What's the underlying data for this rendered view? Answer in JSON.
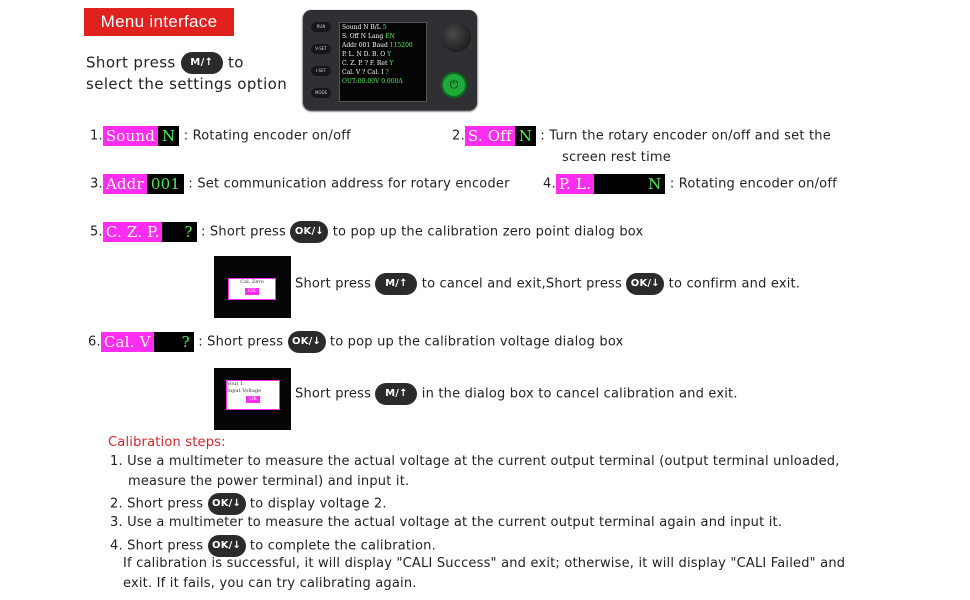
{
  "title": "Menu interface",
  "intro": {
    "line1": "Short press",
    "line2": "to",
    "line3": "select the settings option",
    "button": "M/↑"
  },
  "device": {
    "side_buttons": [
      "RUN",
      "V-SET",
      "I-SET",
      "MODE"
    ],
    "rows": [
      [
        "Sound N",
        "B/L",
        "5"
      ],
      [
        "S. Off N",
        "Lang",
        "EN"
      ],
      [
        "Addr 001",
        "Baud",
        "115200"
      ],
      [
        "P. L.",
        "N D. B. O",
        "Y"
      ],
      [
        "C. Z. P.",
        "? F. Ret",
        "Y"
      ],
      [
        "Cal. V",
        "? Cal. I",
        "?"
      ]
    ],
    "status": "OUT:00.00V 0.000A"
  },
  "items": [
    {
      "num": "1.",
      "label": "Sound",
      "value": "N",
      "desc": ": Rotating encoder on/off"
    },
    {
      "num": "2.",
      "label": "S. Off",
      "value": "N",
      "desc": ": Turn the rotary encoder on/off and set the",
      "desc2": "screen rest time"
    },
    {
      "num": "3.",
      "label": "Addr",
      "value": "001",
      "desc": ": Set communication address for rotary encoder"
    },
    {
      "num": "4.",
      "label": "P. L.",
      "value": "N",
      "desc": ": Rotating encoder on/off"
    },
    {
      "num": "5.",
      "label": "C. Z. P.",
      "value": "?",
      "desc": ": Short press",
      "desc_after": "to pop up the calibration zero point dialog box"
    },
    {
      "num": "6.",
      "label": "Cal. V",
      "value": "?",
      "desc": ": Short press",
      "desc_after": "to pop up the calibration voltage dialog box"
    }
  ],
  "buttons": {
    "ok": "OK/↓",
    "m": "M/↑"
  },
  "czp_note": {
    "a": "Short press",
    "b": "to cancel and exit,Short press",
    "c": "to confirm and exit."
  },
  "czp_thumb": {
    "dialog": "Cal. Zero",
    "ok": "OK"
  },
  "calv_note": {
    "a": "Short press",
    "b": "in the dialog box to cancel calibration and exit."
  },
  "calv_thumb": {
    "line1": "Vout 1:",
    "line2": "Input Voltage",
    "ok": "OK"
  },
  "steps": {
    "heading": "Calibration steps:",
    "s1a": "1. Use a multimeter to measure the actual voltage at the current output terminal (output terminal unloaded,",
    "s1b": "measure the power terminal) and input it.",
    "s2a": "2. Short press",
    "s2b": "to display voltage 2.",
    "s3": "3. Use a multimeter to measure the actual voltage at the current output terminal again and input it.",
    "s4a": "4. Short press",
    "s4b": "to complete the calibration.",
    "s5": "If calibration is successful, it will display \"CALI Success\" and exit; otherwise, it will display \"CALI Failed\" and",
    "s6": "exit. If it fails, you can try calibrating again."
  },
  "colors": {
    "title_bg": "#e0211d",
    "magenta": "#ff2cf2",
    "lcd_green": "#4cf04c",
    "steps_heading": "#d4242a"
  }
}
